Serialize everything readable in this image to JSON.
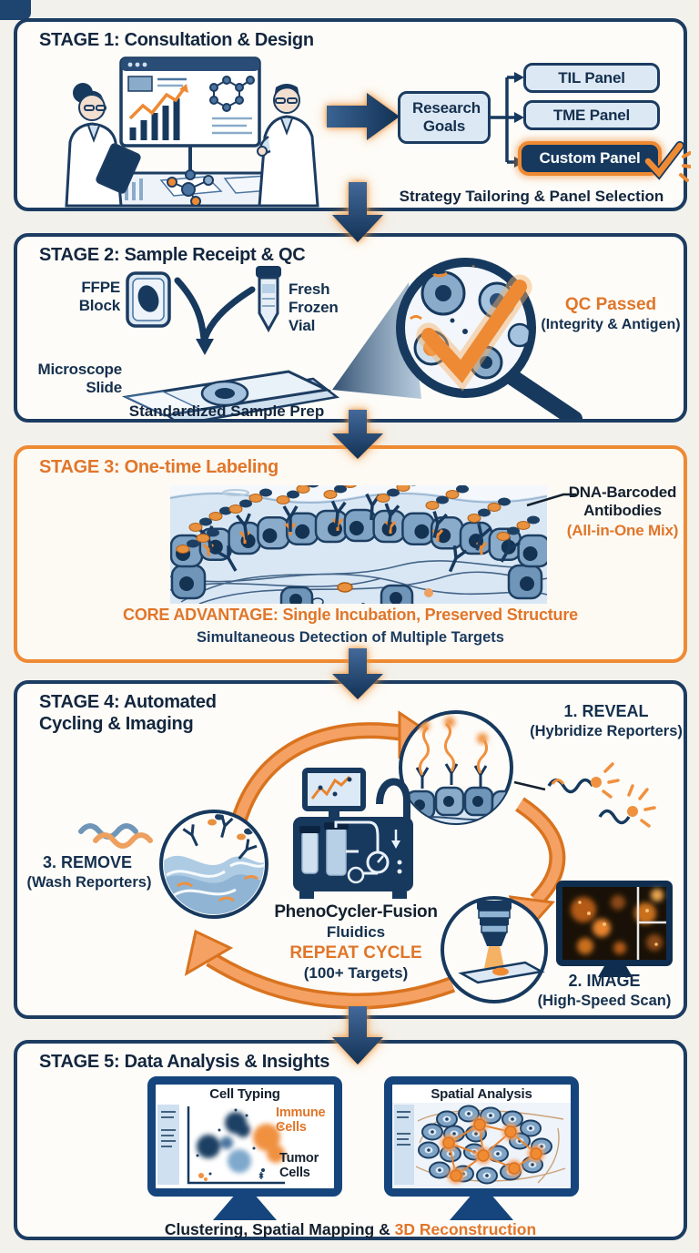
{
  "palette": {
    "navy": "#17395e",
    "navy_border": "#1c3c61",
    "navy_text": "#13263e",
    "orange": "#ee8a33",
    "orange_text": "#e0762a",
    "light_blue": "#dce9f5",
    "cell_blue": "#8aabc9",
    "page_bg": "#f3f1ec",
    "panel_bg": "#fdfcf8"
  },
  "stage1": {
    "title": "STAGE 1: Consultation & Design",
    "research_goals": "Research Goals",
    "panels": [
      "TIL Panel",
      "TME Panel",
      "Custom Panel"
    ],
    "caption": "Strategy Tailoring & Panel Selection"
  },
  "stage2": {
    "title": "STAGE 2: Sample Receipt & QC",
    "ffpe_label": "FFPE Block",
    "vial_label": "Fresh Frozen Vial",
    "slide_label": "Microscope Slide",
    "prep_caption": "Standardized Sample Prep",
    "qc_passed": "QC Passed",
    "qc_sub": "(Integrity & Antigen)"
  },
  "stage3": {
    "title": "STAGE 3: One-time Labeling",
    "antibody_label": "DNA-Barcoded Antibodies",
    "mix_label": "(All-in-One Mix)",
    "core_advantage": "CORE ADVANTAGE: Single Incubation, Preserved Structure",
    "subcaption": "Simultaneous Detection of Multiple Targets"
  },
  "stage4": {
    "title": "STAGE 4: Automated Cycling & Imaging",
    "reveal": "1. REVEAL",
    "reveal_sub": "(Hybridize Reporters)",
    "image": "2. IMAGE",
    "image_sub": "(High-Speed Scan)",
    "remove": "3. REMOVE",
    "remove_sub": "(Wash Reporters)",
    "machine_name": "PhenoCycler-Fusion",
    "machine_sub": "Fluidics",
    "repeat_cycle": "REPEAT CYCLE",
    "repeat_sub": "(100+ Targets)"
  },
  "stage5": {
    "title": "STAGE 5: Data Analysis & Insights",
    "monitor1_title": "Cell Typing",
    "immune_label": "Immune Cells",
    "tumor_label": "Tumor Cells",
    "monitor2_title": "Spatial Analysis",
    "caption_prefix": "Clustering, Spatial Mapping & ",
    "caption_highlight": "3D Reconstruction"
  }
}
